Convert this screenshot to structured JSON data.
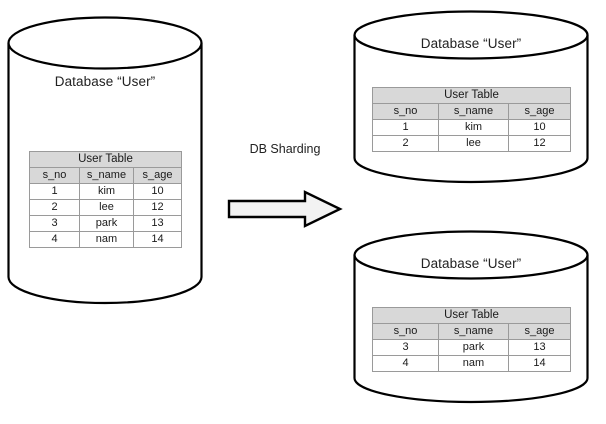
{
  "diagram": {
    "title": "DB Sharding",
    "arrow_label": "DB Sharding",
    "colors": {
      "stroke": "#000000",
      "table_border": "#9a9a9a",
      "header_fill": "#d8d8d8",
      "cell_fill": "#ffffff",
      "arrow_fill": "#f2f2f2",
      "background": "#ffffff"
    }
  },
  "source_database": {
    "label": "Database “User”",
    "table": {
      "title": "User Table",
      "columns": [
        "s_no",
        "s_name",
        "s_age"
      ],
      "rows": [
        [
          "1",
          "kim",
          "10"
        ],
        [
          "2",
          "lee",
          "12"
        ],
        [
          "3",
          "park",
          "13"
        ],
        [
          "4",
          "nam",
          "14"
        ]
      ]
    }
  },
  "shard_top": {
    "label": "Database “User”",
    "table": {
      "title": "User Table",
      "columns": [
        "s_no",
        "s_name",
        "s_age"
      ],
      "rows": [
        [
          "1",
          "kim",
          "10"
        ],
        [
          "2",
          "lee",
          "12"
        ]
      ]
    }
  },
  "shard_bottom": {
    "label": "Database “User”",
    "table": {
      "title": "User Table",
      "columns": [
        "s_no",
        "s_name",
        "s_age"
      ],
      "rows": [
        [
          "3",
          "park",
          "13"
        ],
        [
          "4",
          "nam",
          "14"
        ]
      ]
    }
  }
}
